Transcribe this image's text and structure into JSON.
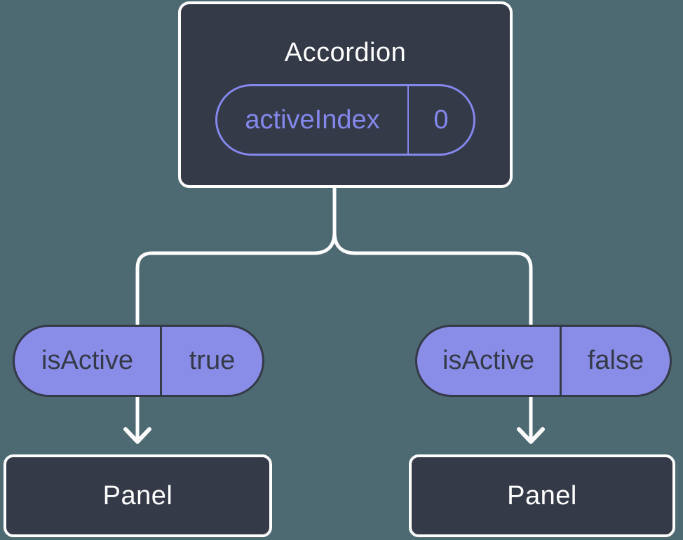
{
  "diagram_type": "react-component-tree",
  "colors": {
    "background": "#4D6971",
    "node_fill": "#343A47",
    "node_border": "#FFFFFF",
    "state_accent": "#8487EC",
    "prop_fill": "#8A8DE8",
    "prop_ink": "#343A47",
    "connector": "#FFFFFF"
  },
  "tree": {
    "root": {
      "title": "Accordion",
      "state": {
        "name": "activeIndex",
        "value": "0"
      }
    },
    "branches": [
      {
        "prop": {
          "name": "isActive",
          "value": "true"
        },
        "child": {
          "title": "Panel"
        }
      },
      {
        "prop": {
          "name": "isActive",
          "value": "false"
        },
        "child": {
          "title": "Panel"
        }
      }
    ]
  }
}
